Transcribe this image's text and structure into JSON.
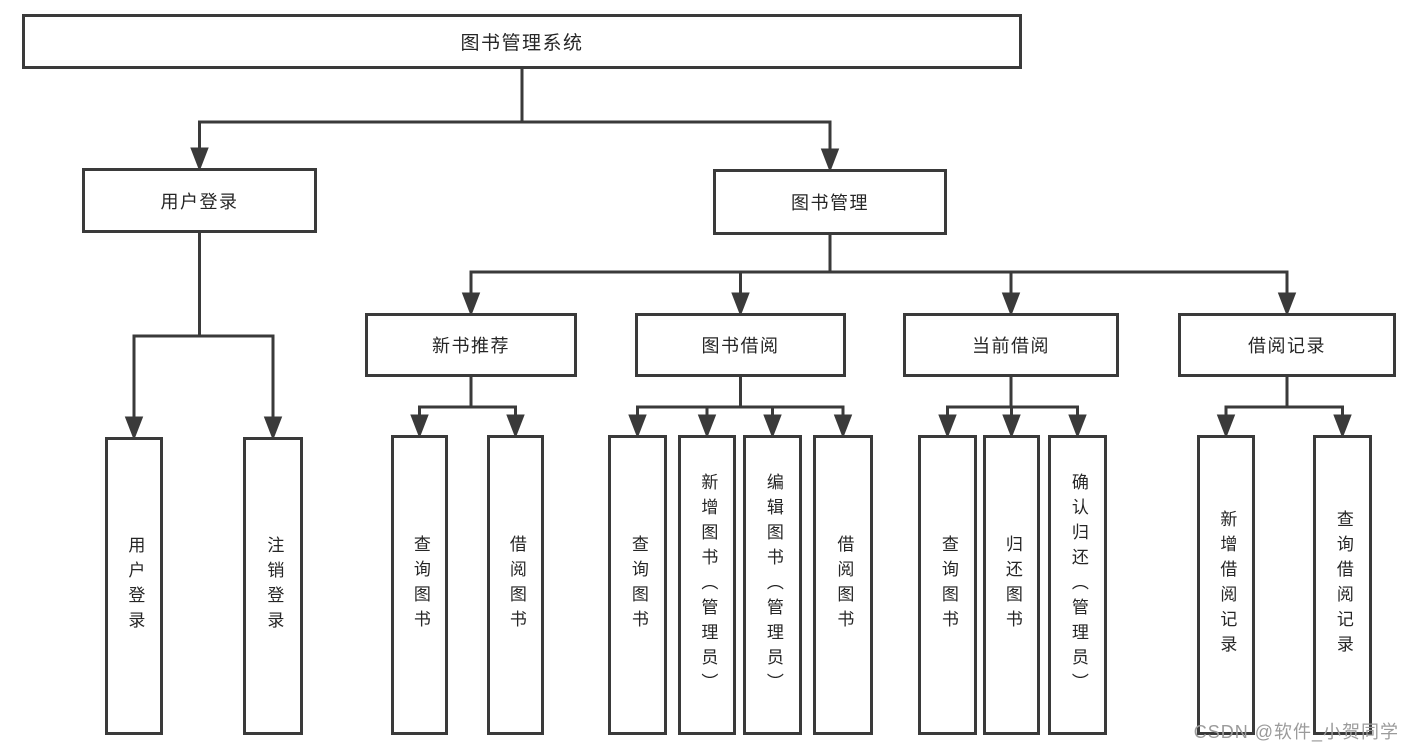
{
  "diagram": {
    "title": "图书管理系统",
    "nodes": [
      {
        "id": "root",
        "label": "图书管理系统",
        "parent": null
      },
      {
        "id": "user-login",
        "label": "用户登录",
        "parent": "root"
      },
      {
        "id": "book-mgmt",
        "label": "图书管理",
        "parent": "root"
      },
      {
        "id": "new-book-rec",
        "label": "新书推荐",
        "parent": "book-mgmt"
      },
      {
        "id": "book-borrow",
        "label": "图书借阅",
        "parent": "book-mgmt"
      },
      {
        "id": "current-borrow",
        "label": "当前借阅",
        "parent": "book-mgmt"
      },
      {
        "id": "borrow-records",
        "label": "借阅记录",
        "parent": "book-mgmt"
      },
      {
        "id": "login",
        "label": "用户登录",
        "parent": "user-login",
        "vertical": true
      },
      {
        "id": "logout",
        "label": "注销登录",
        "parent": "user-login",
        "vertical": true
      },
      {
        "id": "nbr-query",
        "label": "查询图书",
        "parent": "new-book-rec",
        "vertical": true
      },
      {
        "id": "nbr-borrow",
        "label": "借阅图书",
        "parent": "new-book-rec",
        "vertical": true
      },
      {
        "id": "bb-query",
        "label": "查询图书",
        "parent": "book-borrow",
        "vertical": true
      },
      {
        "id": "bb-add",
        "label": "新增图书（管理员）",
        "parent": "book-borrow",
        "vertical": true
      },
      {
        "id": "bb-edit",
        "label": "编辑图书（管理员）",
        "parent": "book-borrow",
        "vertical": true
      },
      {
        "id": "bb-borrow",
        "label": "借阅图书",
        "parent": "book-borrow",
        "vertical": true
      },
      {
        "id": "cb-query",
        "label": "查询图书",
        "parent": "current-borrow",
        "vertical": true
      },
      {
        "id": "cb-return",
        "label": "归还图书",
        "parent": "current-borrow",
        "vertical": true
      },
      {
        "id": "cb-confirm",
        "label": "确认归还（管理员）",
        "parent": "current-borrow",
        "vertical": true
      },
      {
        "id": "br-add",
        "label": "新增借阅记录",
        "parent": "borrow-records",
        "vertical": true
      },
      {
        "id": "br-query",
        "label": "查询借阅记录",
        "parent": "borrow-records",
        "vertical": true
      }
    ]
  },
  "watermark": {
    "text": "CSDN @软件_小贺同学"
  },
  "colors": {
    "line": "#3a3a3a",
    "border": "#3a3a3a",
    "text": "#262626",
    "watermark": "#9b9b9b",
    "background": "#ffffff"
  }
}
